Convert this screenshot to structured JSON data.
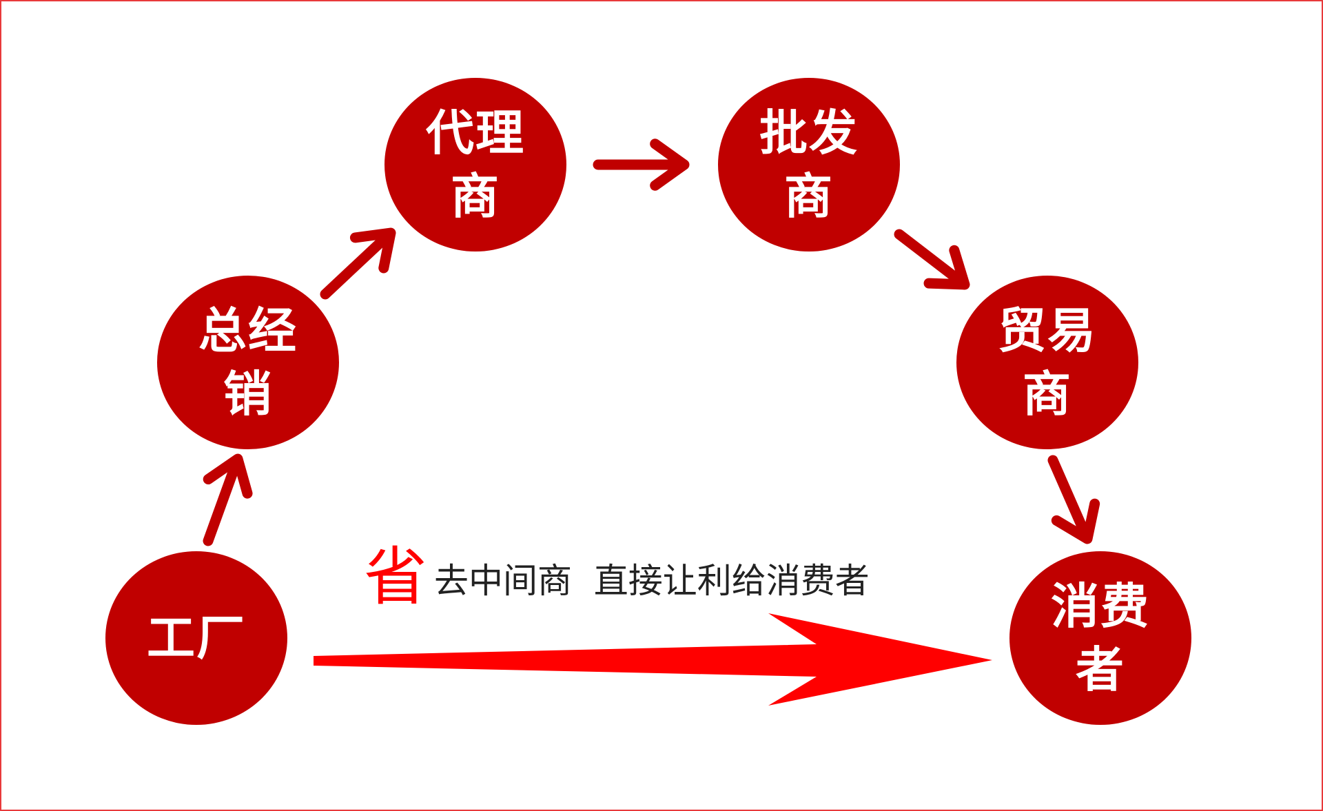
{
  "colors": {
    "node_fill": "#c00000",
    "node_text": "#ffffff",
    "arrow": "#c00000",
    "big_arrow": "#ff0000",
    "border": "#e8393b",
    "highlight": "#ff0000",
    "slogan_text": "#222222"
  },
  "nodes": {
    "factory": "工厂",
    "general_distributor": "总经\n销",
    "agent": "代理\n商",
    "wholesaler": "批发\n商",
    "trader": "贸易\n商",
    "consumer": "消费\n者"
  },
  "slogan": {
    "highlight": "省",
    "text": "去中间商  直接让利给消费者"
  }
}
